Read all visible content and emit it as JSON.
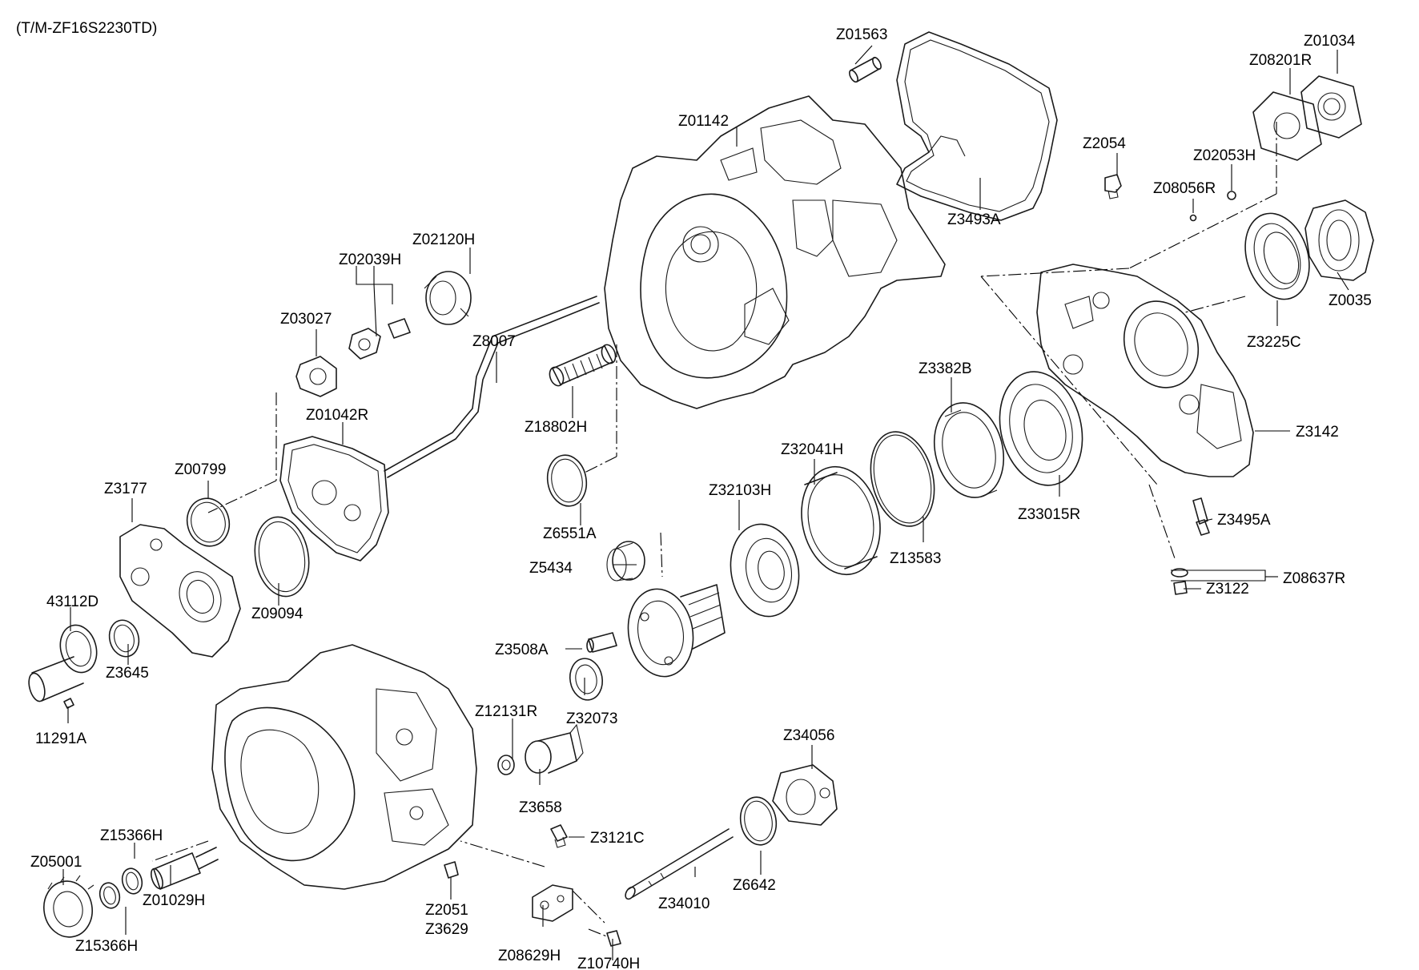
{
  "diagram": {
    "model": "(T/M-ZF16S2230TD)",
    "labels": {
      "z01563": "Z01563",
      "z01034": "Z01034",
      "z08201r": "Z08201R",
      "z01142": "Z01142",
      "z2054": "Z2054",
      "z02053h": "Z02053H",
      "z08056r": "Z08056R",
      "z3493a": "Z3493A",
      "z02120h": "Z02120H",
      "z02039h": "Z02039H",
      "z0035": "Z0035",
      "z03027": "Z03027",
      "z3225c": "Z3225C",
      "z8007": "Z8007",
      "z3382b": "Z3382B",
      "z18802h": "Z18802H",
      "z01042r": "Z01042R",
      "z32041h": "Z32041H",
      "z3142": "Z3142",
      "z00799": "Z00799",
      "z3177": "Z3177",
      "z32103h": "Z32103H",
      "z33015r": "Z33015R",
      "z3495a": "Z3495A",
      "z6551a": "Z6551A",
      "z13583": "Z13583",
      "z5434": "Z5434",
      "z08637r": "Z08637R",
      "z3122": "Z3122",
      "z43112d": "43112D",
      "z09094": "Z09094",
      "z3508a": "Z3508A",
      "z3645": "Z3645",
      "z32073": "Z32073",
      "z11291a": "11291A",
      "z12131r": "Z12131R",
      "z34056": "Z34056",
      "z3658": "Z3658",
      "z3121c": "Z3121C",
      "z15366h_top": "Z15366H",
      "z05001": "Z05001",
      "z6642": "Z6642",
      "z01029h": "Z01029H",
      "z34010": "Z34010",
      "z2051": "Z2051",
      "z3629": "Z3629",
      "z15366h_bottom": "Z15366H",
      "z08629h": "Z08629H",
      "z10740h": "Z10740H"
    }
  }
}
